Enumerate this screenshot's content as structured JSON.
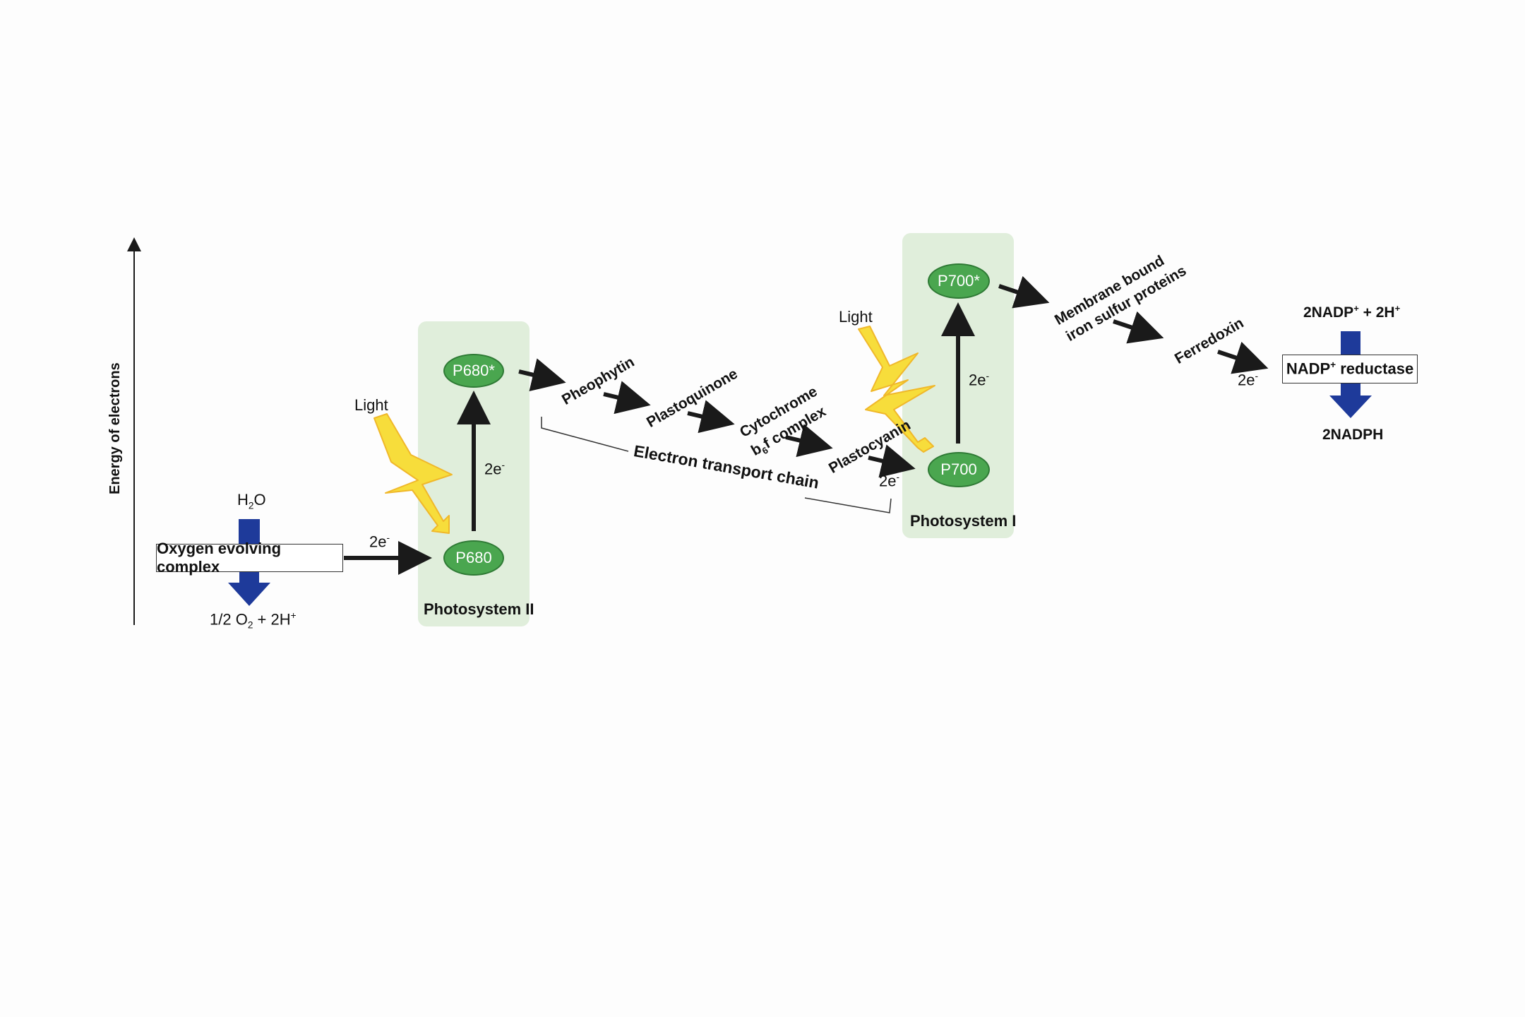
{
  "axis": {
    "label": "Energy of electrons"
  },
  "photosystem_ii": {
    "label": "Photosystem II",
    "p680": "P680",
    "p680_excited": "P680*",
    "electrons": "2e"
  },
  "photosystem_i": {
    "label": "Photosystem I",
    "p700": "P700",
    "p700_excited": "P700*",
    "electrons": "2e"
  },
  "oxygen_complex": {
    "label": "Oxygen evolving complex",
    "input": "H",
    "input_sub": "2",
    "input_tail": "O",
    "output_a": "1/2 O",
    "output_sub": "2",
    "output_b": " + 2H",
    "output_sup": "+"
  },
  "transfer_to_p680": "2e",
  "transfer_to_p700": "2e",
  "transfer_to_reductase": "2e",
  "electron_minus": "-",
  "light_1": "Light",
  "light_2": "Light",
  "chain": {
    "pheophytin": "Pheophytin",
    "plastoquinone": "Plastoquinone",
    "cytochrome_line1": "Cytochrome",
    "cytochrome_b": "b",
    "cytochrome_sub": "6",
    "cytochrome_tail": "f complex",
    "plastocyanin": "Plastocyanin",
    "bracket_label": "Electron transport chain"
  },
  "membrane_line1": "Membrane bound",
  "membrane_line2": "iron sulfur proteins",
  "ferredoxin": "Ferredoxin",
  "nadp": {
    "input_a": "2NADP",
    "input_sup1": "+",
    "input_b": " + 2H",
    "input_sup2": "+",
    "reductase_a": "NADP",
    "reductase_sup": "+",
    "reductase_b": " reductase",
    "output": "2NADPH"
  },
  "colors": {
    "panel": "#e0eedb",
    "node": "#4aa64f",
    "flow_arrow": "#1e3a9a",
    "light": "#f5d73a",
    "arrow": "#1a1a1a"
  }
}
